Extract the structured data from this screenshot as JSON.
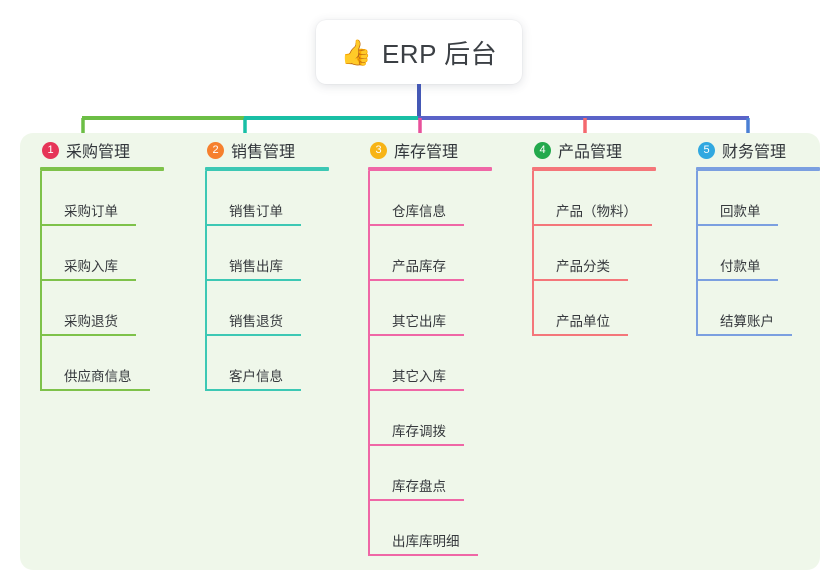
{
  "title": {
    "emoji": "👍",
    "icon_name": "thumbs-up-icon",
    "text": "ERP 后台"
  },
  "panel": {
    "background": "#eff7ea"
  },
  "connectors": {
    "stem_color": "#4458b5",
    "bar_left_color": "#6cbe45",
    "bar_mid_color": "#19bfa5",
    "bar_right_color": "#5a63c8",
    "drops": [
      "#6cbe45",
      "#19bfa5",
      "#e8519a",
      "#f4696e",
      "#4a7fd4"
    ]
  },
  "columns": [
    {
      "index": "1",
      "title": "采购管理",
      "badge_color": "#e63558",
      "line_color": "#7ec24a",
      "width": 165,
      "rule_width": 124,
      "items": [
        {
          "label": "采购订单",
          "rule_width": 94
        },
        {
          "label": "采购入库",
          "rule_width": 94
        },
        {
          "label": "采购退货",
          "rule_width": 94
        },
        {
          "label": "供应商信息",
          "rule_width": 108
        }
      ]
    },
    {
      "index": "2",
      "title": "销售管理",
      "badge_color": "#f6802e",
      "line_color": "#3cc8b4",
      "width": 163,
      "rule_width": 124,
      "items": [
        {
          "label": "销售订单",
          "rule_width": 94
        },
        {
          "label": "销售出库",
          "rule_width": 94
        },
        {
          "label": "销售退货",
          "rule_width": 94
        },
        {
          "label": "客户信息",
          "rule_width": 94
        }
      ]
    },
    {
      "index": "3",
      "title": "库存管理",
      "badge_color": "#f7b416",
      "line_color": "#ef67a6",
      "width": 164,
      "rule_width": 124,
      "items": [
        {
          "label": "仓库信息",
          "rule_width": 94
        },
        {
          "label": "产品库存",
          "rule_width": 94
        },
        {
          "label": "其它出库",
          "rule_width": 94
        },
        {
          "label": "其它入库",
          "rule_width": 94
        },
        {
          "label": "库存调拨",
          "rule_width": 94
        },
        {
          "label": "库存盘点",
          "rule_width": 94
        },
        {
          "label": "出库库明细",
          "rule_width": 108
        }
      ]
    },
    {
      "index": "4",
      "title": "产品管理",
      "badge_color": "#23a94c",
      "line_color": "#f4767a",
      "width": 164,
      "rule_width": 124,
      "items": [
        {
          "label": "产品（物料）",
          "rule_width": 118
        },
        {
          "label": "产品分类",
          "rule_width": 94
        },
        {
          "label": "产品单位",
          "rule_width": 94
        }
      ]
    },
    {
      "index": "5",
      "title": "财务管理",
      "badge_color": "#31a8e0",
      "line_color": "#7b9fe0",
      "width": 144,
      "rule_width": 124,
      "items": [
        {
          "label": "回款单",
          "rule_width": 80
        },
        {
          "label": "付款单",
          "rule_width": 80
        },
        {
          "label": "结算账户",
          "rule_width": 94
        }
      ]
    }
  ]
}
